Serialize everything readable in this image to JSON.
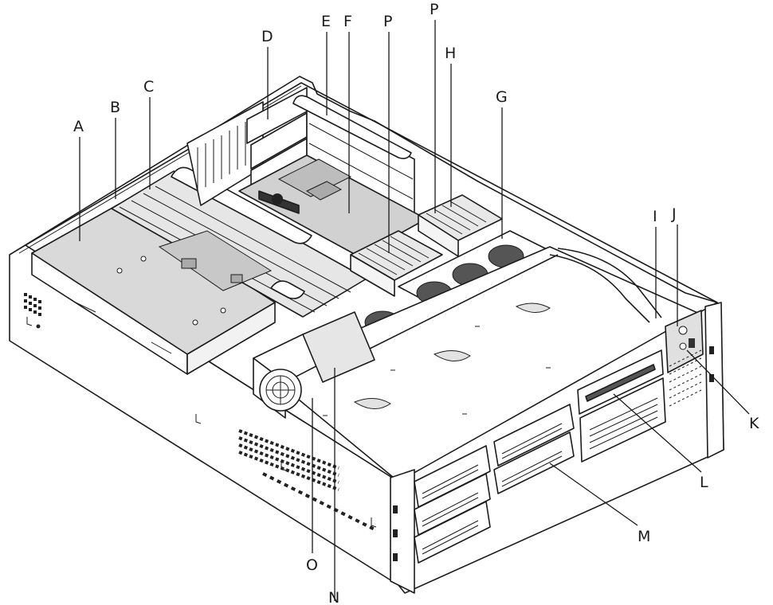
{
  "colors": {
    "outline": "#1c1c1c",
    "chassis": "#ffffff",
    "panel_shade": "#d6d6d6",
    "board_shade": "#cfcfcf",
    "dark": "#333333"
  },
  "callouts": [
    {
      "id": "A",
      "text": "A"
    },
    {
      "id": "B",
      "text": "B"
    },
    {
      "id": "C",
      "text": "C"
    },
    {
      "id": "D",
      "text": "D"
    },
    {
      "id": "E",
      "text": "E"
    },
    {
      "id": "F",
      "text": "F"
    },
    {
      "id": "P1",
      "text": "P"
    },
    {
      "id": "P2",
      "text": "P"
    },
    {
      "id": "H",
      "text": "H"
    },
    {
      "id": "G",
      "text": "G"
    },
    {
      "id": "I",
      "text": "I"
    },
    {
      "id": "J",
      "text": "J"
    },
    {
      "id": "K",
      "text": "K"
    },
    {
      "id": "L",
      "text": "L"
    },
    {
      "id": "M",
      "text": "M"
    },
    {
      "id": "N",
      "text": "N"
    },
    {
      "id": "O",
      "text": "O"
    }
  ]
}
